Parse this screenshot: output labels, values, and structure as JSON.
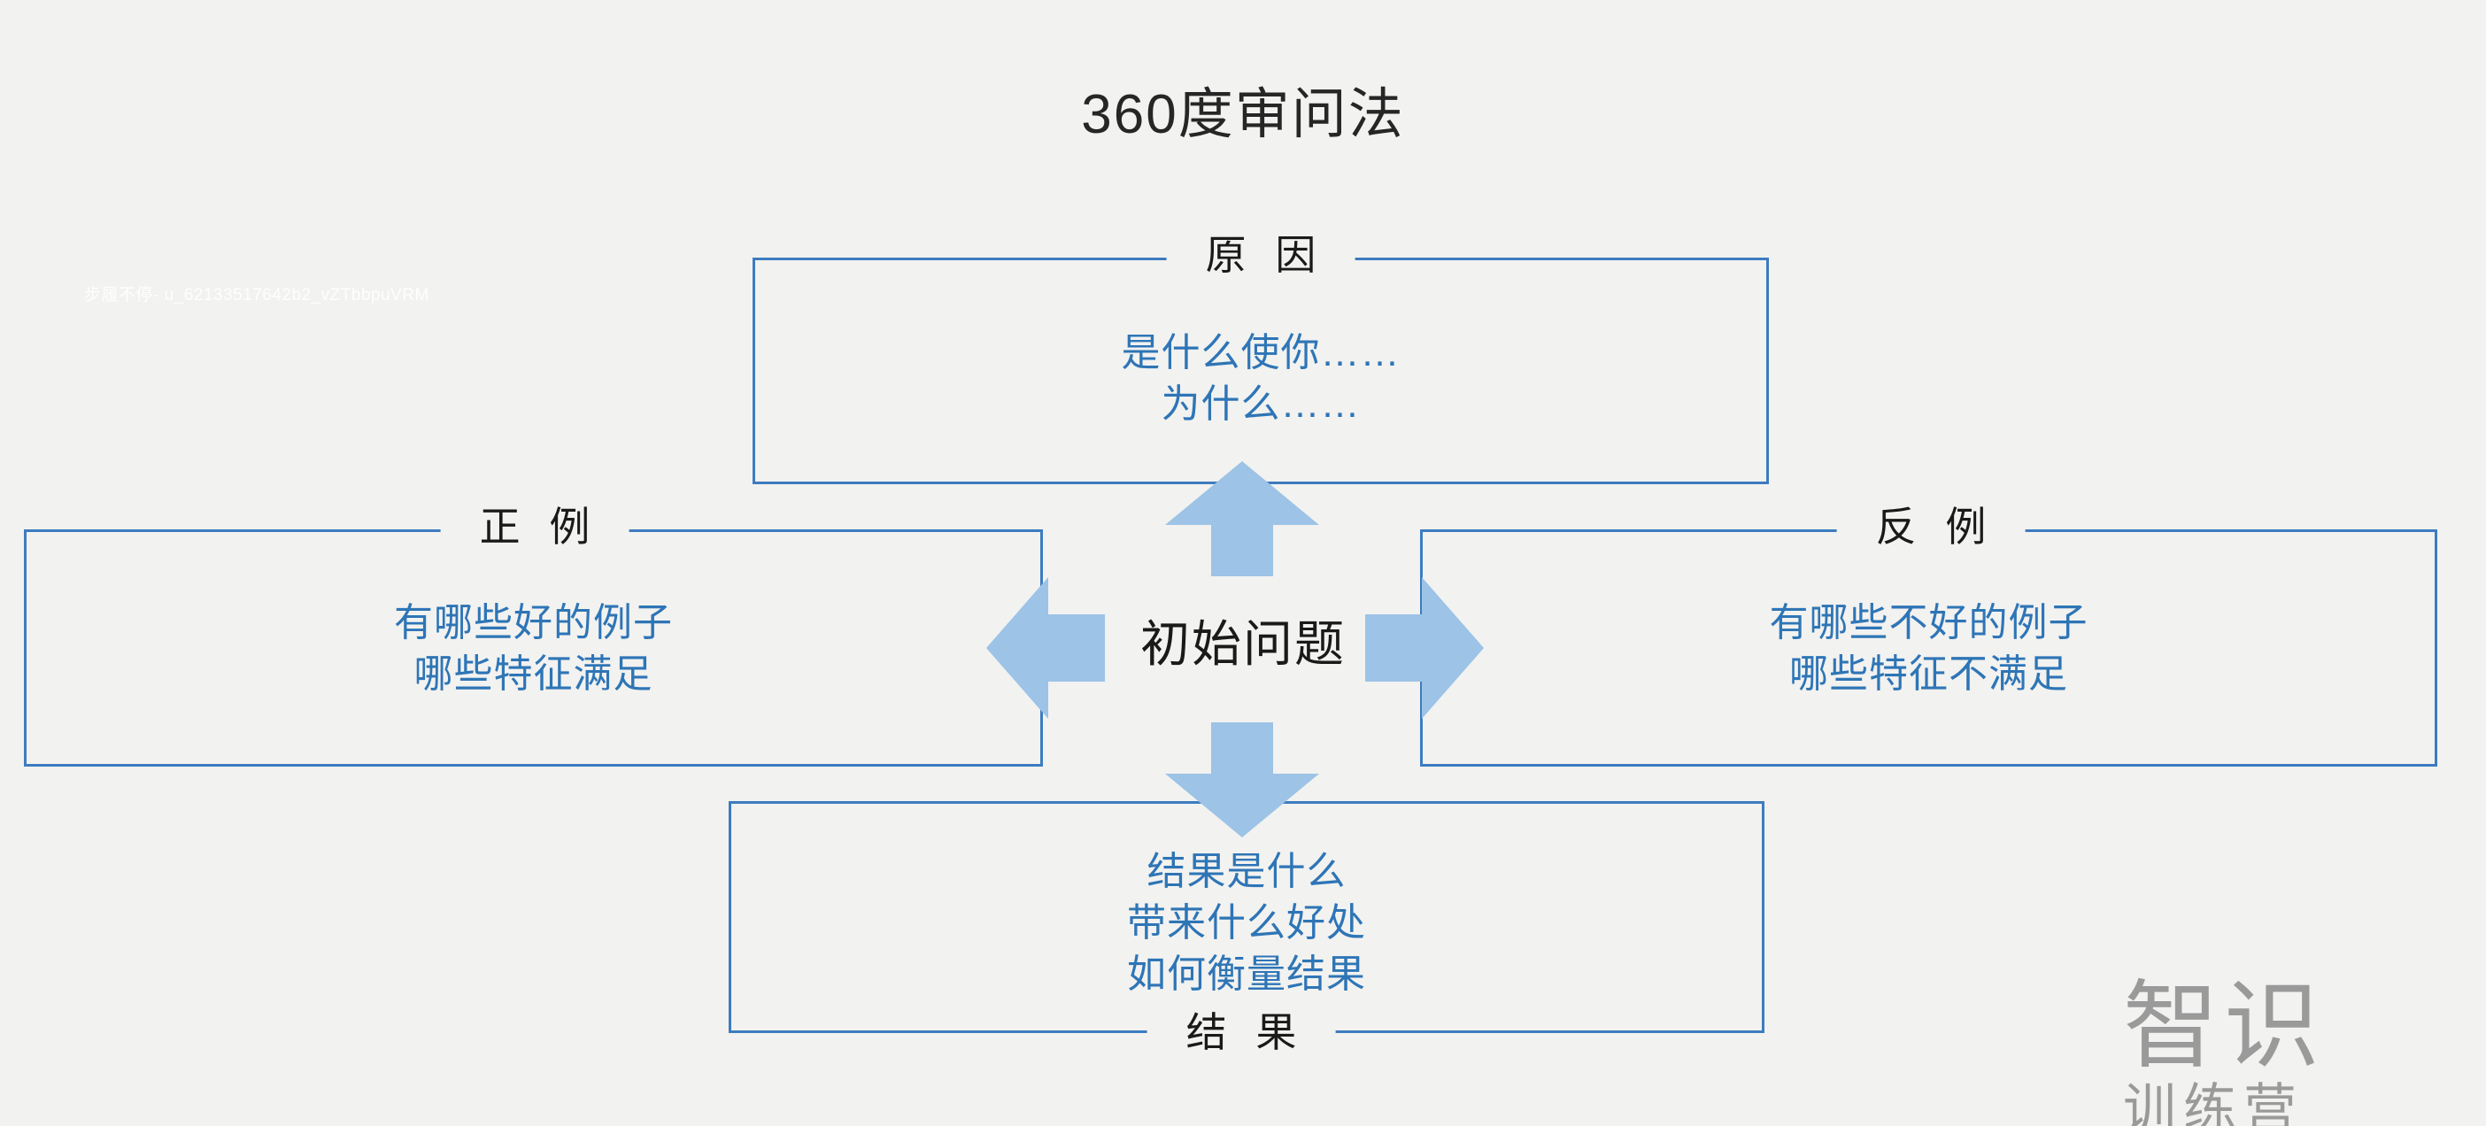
{
  "slide": {
    "title": "360度审问法",
    "background_color": "#f2f2f0",
    "accent_border_color": "#3d7cc0",
    "arrow_color": "#9dc3e6",
    "body_text_color": "#2e75b6",
    "label_text_color": "#1a1a1a"
  },
  "center": {
    "label": "初始问题"
  },
  "panels": {
    "top": {
      "label": "原 因",
      "body": "是什么使你……\n为什么……"
    },
    "left": {
      "label": "正 例",
      "body": "有哪些好的例子\n哪些特征满足"
    },
    "right": {
      "label": "反 例",
      "body": "有哪些不好的例子\n哪些特征不满足"
    },
    "bottom": {
      "label": "结 果",
      "body": "结果是什么\n带来什么好处\n如何衡量结果"
    }
  },
  "arrows": {
    "up": "arrow-up-icon",
    "down": "arrow-down-icon",
    "left": "arrow-left-icon",
    "right": "arrow-right-icon"
  },
  "watermarks": {
    "top_left": "步履不停- u_62133517642b2_vZTbbpuVRM",
    "brand_main": "智识",
    "brand_sub": "训练营"
  }
}
